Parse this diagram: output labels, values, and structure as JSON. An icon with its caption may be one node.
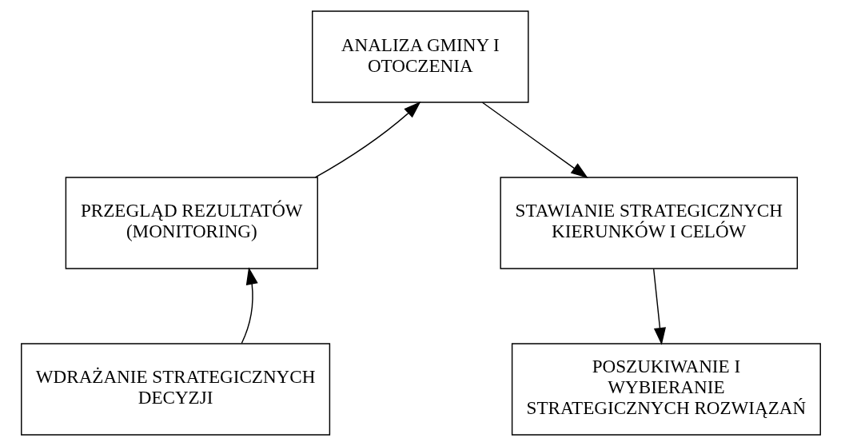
{
  "diagram": {
    "nodes": [
      {
        "text": [
          "ANALIZA GMINY I OTOCZENIA"
        ]
      },
      {
        "text": [
          "PRZEGLĄD REZULTATÓW (MONITORING)"
        ]
      },
      {
        "text": [
          "STAWIANIE STRATEGICZNYCH KIERUNKÓW I CELÓW"
        ]
      },
      {
        "text": [
          "WDRAŻANIE STRATEGICZNYCH DECYZJI"
        ]
      },
      {
        "text": [
          "POSZUKIWANIE I WYBIERANIE STRATEGICZNYCH ROZWIĄZAŃ"
        ]
      }
    ],
    "edges": [
      {
        "from": 0,
        "to": 2,
        "arrow": "to"
      },
      {
        "from": 2,
        "to": 4,
        "arrow": "to"
      },
      {
        "from": 3,
        "to": 1,
        "arrow": "to"
      },
      {
        "from": 1,
        "to": 0,
        "arrow": "to"
      }
    ]
  }
}
